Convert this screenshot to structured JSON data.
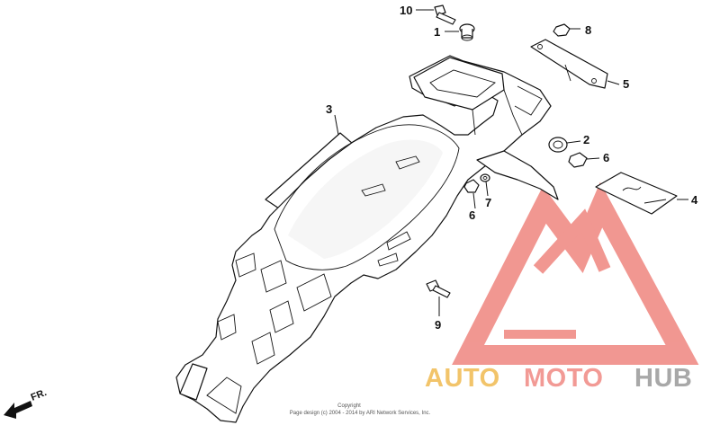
{
  "callouts": {
    "c10": "10",
    "c1": "1",
    "c8": "8",
    "c5": "5",
    "c3": "3",
    "c2": "2",
    "c6a": "6",
    "c6b": "6",
    "c7": "7",
    "c4": "4",
    "c9": "9"
  },
  "direction_label": "FR.",
  "copyright": {
    "line1": "Copyright",
    "line2": "Page design (c) 2004 - 2014 by ARI Network Services, Inc."
  },
  "watermark": {
    "word_auto": "AUTO",
    "word_moto": "MOTO",
    "word_hub": "HUB",
    "colors": {
      "auto": "#f2c46a",
      "moto": "#f29a95",
      "hub": "#a8a8a8",
      "logo": "#f08c86"
    }
  }
}
